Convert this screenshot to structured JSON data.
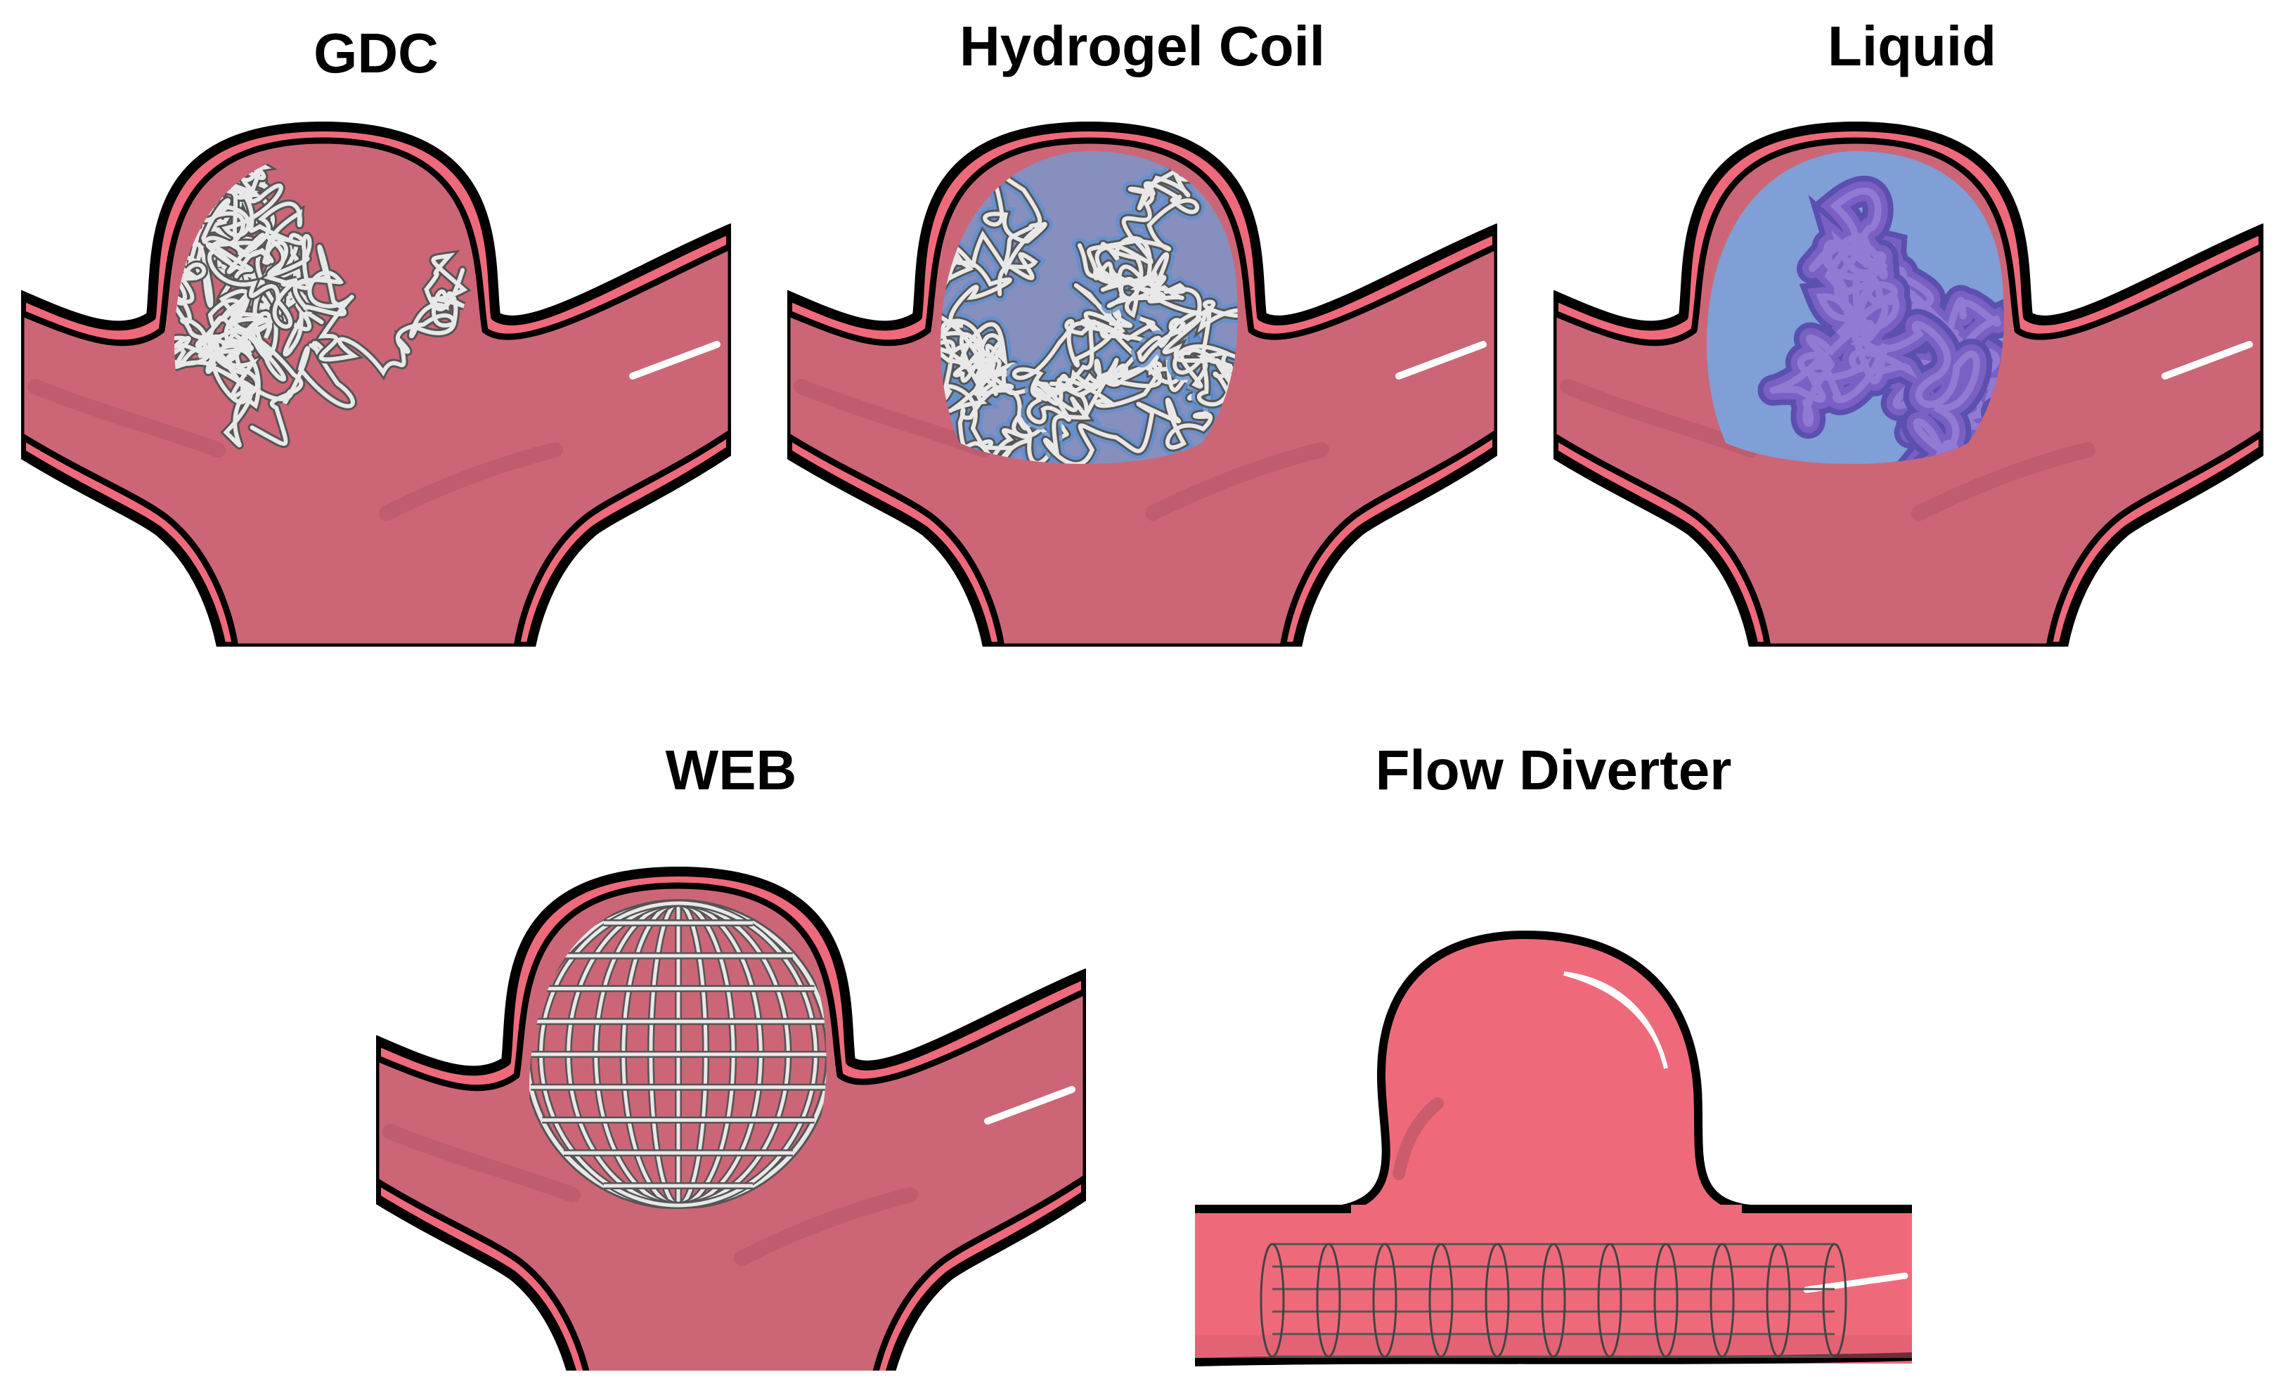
{
  "panels": [
    {
      "id": "gdc",
      "title": "GDC",
      "filling": "bare-coil"
    },
    {
      "id": "hydrogel",
      "title": "Hydrogel Coil",
      "filling": "coated-coil"
    },
    {
      "id": "liquid",
      "title": "Liquid",
      "filling": "liquid-embolic"
    },
    {
      "id": "web",
      "title": "WEB",
      "filling": "mesh-device"
    },
    {
      "id": "flow",
      "title": "Flow Diverter",
      "filling": "stent"
    }
  ],
  "colors": {
    "vessel": "#cc6676",
    "vessel_light": "#ee6a7b",
    "wall": "#000000",
    "coil": "#e8e8e8",
    "coil_outline": "#555555",
    "hydrogel": "#6f9ed6",
    "liquid": "#7a60c4",
    "highlight": "#ffffff"
  }
}
